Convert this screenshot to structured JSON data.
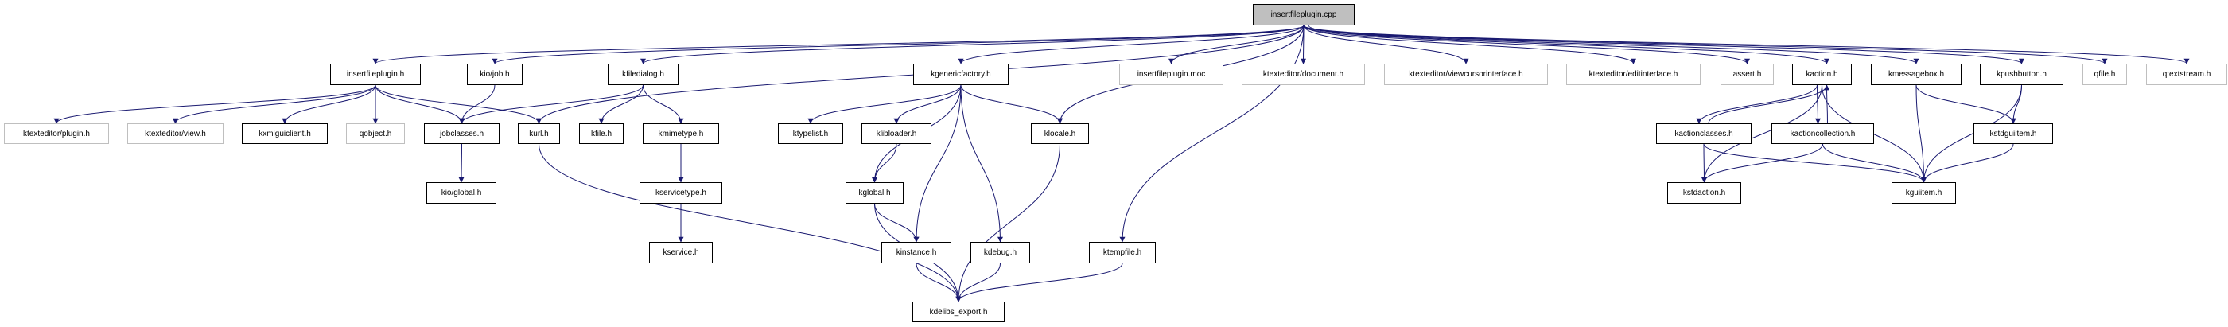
{
  "graph": {
    "edge_color": "#191970",
    "root_fill": "#bfbfbf",
    "external_border": "#bfbfbf",
    "nodes": [
      {
        "id": "cpp",
        "label": "insertfileplugin.cpp",
        "kind": "root"
      },
      {
        "id": "ifph",
        "label": "insertfileplugin.h",
        "kind": "doc"
      },
      {
        "id": "kiojob",
        "label": "kio/job.h",
        "kind": "doc"
      },
      {
        "id": "kfiledialog",
        "label": "kfiledialog.h",
        "kind": "doc"
      },
      {
        "id": "kgenericfactory",
        "label": "kgenericfactory.h",
        "kind": "doc"
      },
      {
        "id": "moc",
        "label": "insertfileplugin.moc",
        "kind": "ext"
      },
      {
        "id": "ktedoc",
        "label": "ktexteditor/document.h",
        "kind": "ext"
      },
      {
        "id": "ktevci",
        "label": "ktexteditor/viewcursorinterface.h",
        "kind": "ext"
      },
      {
        "id": "kteedit",
        "label": "ktexteditor/editinterface.h",
        "kind": "ext"
      },
      {
        "id": "assert",
        "label": "assert.h",
        "kind": "ext"
      },
      {
        "id": "kaction",
        "label": "kaction.h",
        "kind": "doc"
      },
      {
        "id": "kmessagebox",
        "label": "kmessagebox.h",
        "kind": "doc"
      },
      {
        "id": "kpushbutton",
        "label": "kpushbutton.h",
        "kind": "doc"
      },
      {
        "id": "qfile",
        "label": "qfile.h",
        "kind": "ext"
      },
      {
        "id": "qtextstream",
        "label": "qtextstream.h",
        "kind": "ext"
      },
      {
        "id": "kteplugin",
        "label": "ktexteditor/plugin.h",
        "kind": "ext"
      },
      {
        "id": "kteview",
        "label": "ktexteditor/view.h",
        "kind": "ext"
      },
      {
        "id": "kxmlguiclient",
        "label": "kxmlguiclient.h",
        "kind": "doc"
      },
      {
        "id": "qobject",
        "label": "qobject.h",
        "kind": "ext"
      },
      {
        "id": "jobclasses",
        "label": "jobclasses.h",
        "kind": "doc"
      },
      {
        "id": "kurl",
        "label": "kurl.h",
        "kind": "doc"
      },
      {
        "id": "kfile",
        "label": "kfile.h",
        "kind": "doc"
      },
      {
        "id": "kmimetype",
        "label": "kmimetype.h",
        "kind": "doc"
      },
      {
        "id": "ktypelist",
        "label": "ktypelist.h",
        "kind": "doc"
      },
      {
        "id": "klibloader",
        "label": "klibloader.h",
        "kind": "doc"
      },
      {
        "id": "klocale",
        "label": "klocale.h",
        "kind": "doc"
      },
      {
        "id": "kactionclasses",
        "label": "kactionclasses.h",
        "kind": "doc"
      },
      {
        "id": "kactioncollection",
        "label": "kactioncollection.h",
        "kind": "doc"
      },
      {
        "id": "kstdguiitem",
        "label": "kstdguiitem.h",
        "kind": "doc"
      },
      {
        "id": "kioglobal",
        "label": "kio/global.h",
        "kind": "doc"
      },
      {
        "id": "kservicetype",
        "label": "kservicetype.h",
        "kind": "doc"
      },
      {
        "id": "kglobal",
        "label": "kglobal.h",
        "kind": "doc"
      },
      {
        "id": "kstdaction",
        "label": "kstdaction.h",
        "kind": "doc"
      },
      {
        "id": "kguiitem",
        "label": "kguiitem.h",
        "kind": "doc"
      },
      {
        "id": "kservice",
        "label": "kservice.h",
        "kind": "doc"
      },
      {
        "id": "kinstance",
        "label": "kinstance.h",
        "kind": "doc"
      },
      {
        "id": "kdebug",
        "label": "kdebug.h",
        "kind": "doc"
      },
      {
        "id": "ktempfile",
        "label": "ktempfile.h",
        "kind": "doc"
      },
      {
        "id": "kdelibs_export",
        "label": "kdelibs_export.h",
        "kind": "doc"
      }
    ],
    "edges": [
      [
        "cpp",
        "ifph"
      ],
      [
        "cpp",
        "kiojob"
      ],
      [
        "cpp",
        "kfiledialog"
      ],
      [
        "cpp",
        "kurl"
      ],
      [
        "cpp",
        "kgenericfactory"
      ],
      [
        "cpp",
        "klocale"
      ],
      [
        "cpp",
        "ktempfile"
      ],
      [
        "cpp",
        "moc"
      ],
      [
        "cpp",
        "ktedoc"
      ],
      [
        "cpp",
        "ktevci"
      ],
      [
        "cpp",
        "kteedit"
      ],
      [
        "cpp",
        "assert"
      ],
      [
        "cpp",
        "kaction"
      ],
      [
        "cpp",
        "kmessagebox"
      ],
      [
        "cpp",
        "kpushbutton"
      ],
      [
        "cpp",
        "qfile"
      ],
      [
        "cpp",
        "qtextstream"
      ],
      [
        "ifph",
        "kteplugin"
      ],
      [
        "ifph",
        "kteview"
      ],
      [
        "ifph",
        "kxmlguiclient"
      ],
      [
        "ifph",
        "qobject"
      ],
      [
        "ifph",
        "jobclasses"
      ],
      [
        "ifph",
        "kurl"
      ],
      [
        "kiojob",
        "jobclasses"
      ],
      [
        "kfiledialog",
        "jobclasses"
      ],
      [
        "kfiledialog",
        "kfile"
      ],
      [
        "kfiledialog",
        "kmimetype"
      ],
      [
        "jobclasses",
        "kioglobal"
      ],
      [
        "kmimetype",
        "kservicetype"
      ],
      [
        "kservicetype",
        "kservice"
      ],
      [
        "kurl",
        "kdelibs_export"
      ],
      [
        "kgenericfactory",
        "kglobal"
      ],
      [
        "kgenericfactory",
        "ktypelist"
      ],
      [
        "kgenericfactory",
        "klibloader"
      ],
      [
        "kgenericfactory",
        "kinstance"
      ],
      [
        "kgenericfactory",
        "kdebug"
      ],
      [
        "kgenericfactory",
        "klocale"
      ],
      [
        "klibloader",
        "kglobal"
      ],
      [
        "kglobal",
        "kinstance"
      ],
      [
        "kglobal",
        "kdelibs_export"
      ],
      [
        "kinstance",
        "kdelibs_export"
      ],
      [
        "kdebug",
        "kdelibs_export"
      ],
      [
        "klocale",
        "kdelibs_export"
      ],
      [
        "ktempfile",
        "kdelibs_export"
      ],
      [
        "kaction",
        "kactionclasses"
      ],
      [
        "kaction",
        "kactioncollection"
      ],
      [
        "kaction",
        "kstdaction"
      ],
      [
        "kaction",
        "kguiitem"
      ],
      [
        "kactionclasses",
        "kaction"
      ],
      [
        "kactionclasses",
        "kstdaction"
      ],
      [
        "kactionclasses",
        "kguiitem"
      ],
      [
        "kactioncollection",
        "kaction"
      ],
      [
        "kactioncollection",
        "kstdaction"
      ],
      [
        "kactioncollection",
        "kguiitem"
      ],
      [
        "kmessagebox",
        "kguiitem"
      ],
      [
        "kmessagebox",
        "kstdguiitem"
      ],
      [
        "kpushbutton",
        "kstdguiitem"
      ],
      [
        "kpushbutton",
        "kguiitem"
      ],
      [
        "kstdguiitem",
        "kguiitem"
      ]
    ]
  }
}
